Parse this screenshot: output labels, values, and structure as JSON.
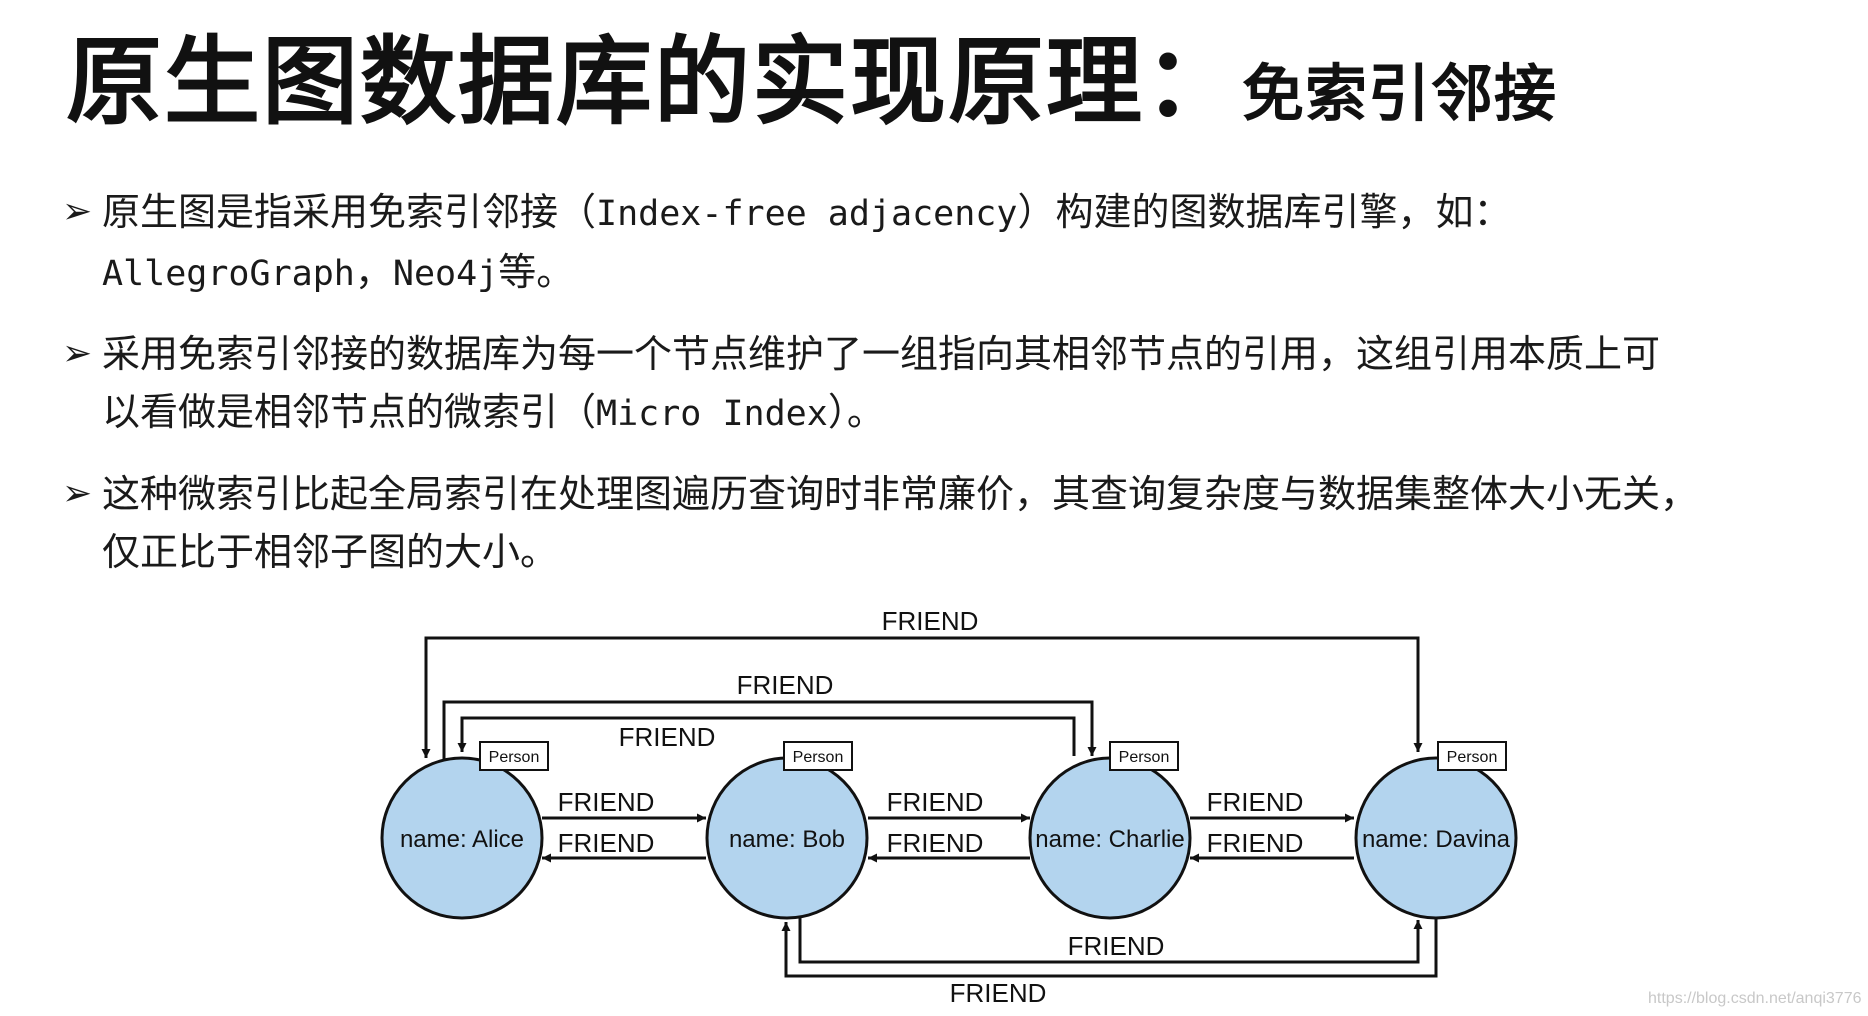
{
  "title": {
    "main": "原生图数据库的实现原理：",
    "sub": "免索引邻接"
  },
  "bullets": [
    {
      "parts": [
        "原生图是指采用免索引邻接（",
        "Index-free adjacency",
        "）构建的图数据库引擎，如："
      ],
      "line2": [
        "AllegroGraph",
        "，",
        "Neo4j",
        "等。"
      ]
    },
    {
      "parts": [
        "采用免索引邻接的数据库为每一个节点维护了一组指向其相邻节点的引用，这组引用本质上可"
      ],
      "line2": [
        "以看做是相邻节点的微索引（",
        "Micro Index",
        "）。"
      ]
    },
    {
      "parts": [
        "这种微索引比起全局索引在处理图遍历查询时非常廉价，其查询复杂度与数据集整体大小无关，"
      ],
      "line2": [
        "仅正比于相邻子图的大小。"
      ]
    }
  ],
  "diagram": {
    "node_tag": "Person",
    "nodes": [
      {
        "id": "alice",
        "label": "name: Alice"
      },
      {
        "id": "bob",
        "label": "name: Bob"
      },
      {
        "id": "charlie",
        "label": "name: Charlie"
      },
      {
        "id": "davina",
        "label": "name: Davina"
      }
    ],
    "edge_label": "FRIEND",
    "colors": {
      "node_fill": "#b3d4ee",
      "stroke": "#111111"
    }
  },
  "watermark": "https://blog.csdn.net/anqi3776"
}
